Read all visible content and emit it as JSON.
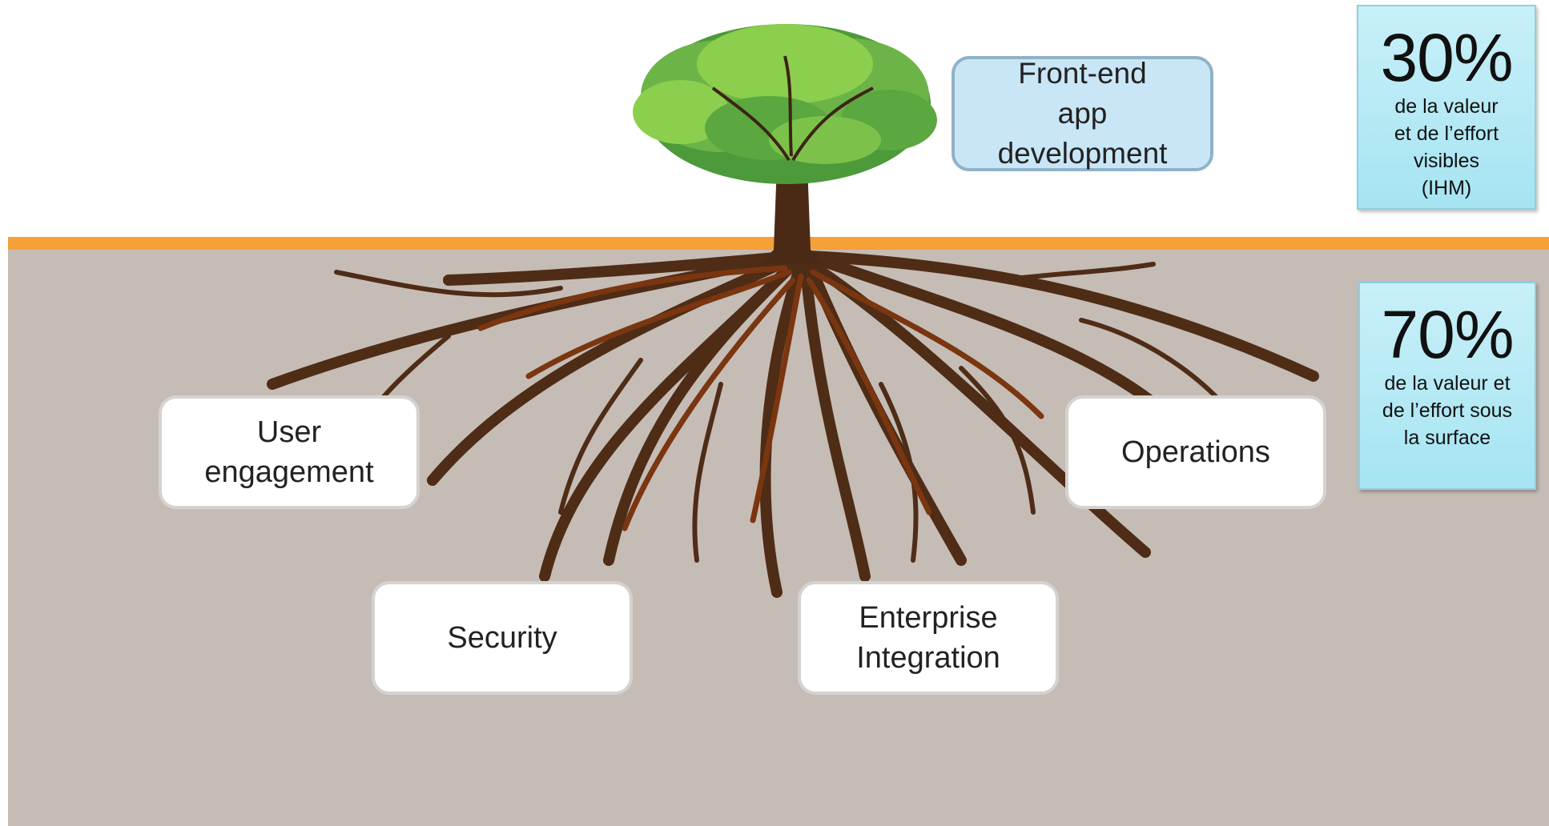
{
  "colors": {
    "soil": "#c5bcb5",
    "surface_line": "#f6a038",
    "root_dark": "#4e2c16",
    "root_red": "#7a3610",
    "foliage_light": "#8ccf4e",
    "foliage_dark": "#4c9a3a",
    "stat_bg": "#b6eaf6",
    "front_box_bg": "#c9e6f6"
  },
  "boxes": {
    "front_end": [
      "Front-end",
      "app",
      "development"
    ],
    "user_engagement": [
      "User",
      "engagement"
    ],
    "operations": [
      "Operations"
    ],
    "security": [
      "Security"
    ],
    "enterprise_integration": [
      "Enterprise",
      "Integration"
    ]
  },
  "stats": {
    "visible": {
      "percent": "30%",
      "caption": [
        "de la valeur",
        "et de l’effort",
        "visibles",
        "(IHM)"
      ]
    },
    "below": {
      "percent": "70%",
      "caption": [
        "de la valeur et",
        "de l’effort sous",
        "la surface"
      ]
    }
  }
}
